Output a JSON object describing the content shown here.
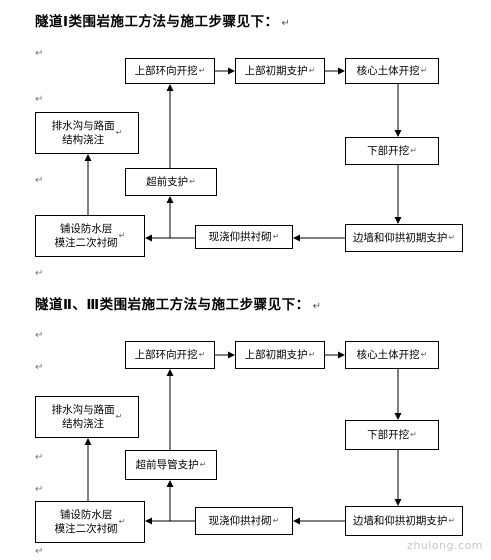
{
  "return_mark": "↵",
  "sections": [
    {
      "heading": "隧道Ⅰ类围岩施工方法与施工步骤见下：",
      "boxes": {
        "top_ring": "上部环向开挖",
        "top_support": "上部初期支护",
        "core": "核心土体开挖",
        "lower": "下部开挖",
        "side_wall": "边墙和仰拱初期支护",
        "invert": "现浇仰拱衬砌",
        "advance": "超前支护",
        "drainage": "排水沟与路面\n结构浇注",
        "waterproof": "铺设防水层\n模注二次衬砌"
      }
    },
    {
      "heading": "隧道Ⅱ、Ⅲ类围岩施工方法与施工步骤见下：",
      "boxes": {
        "top_ring": "上部环向开挖",
        "top_support": "上部初期支护",
        "core": "核心土体开挖",
        "lower": "下部开挖",
        "side_wall": "边墙和仰拱初期支护",
        "invert": "现浇仰拱衬砌",
        "advance": "超前导管支护",
        "drainage": "排水沟与路面\n结构浇注",
        "waterproof": "铺设防水层\n模注二次衬砌"
      }
    }
  ],
  "watermark": "zhulong.com"
}
